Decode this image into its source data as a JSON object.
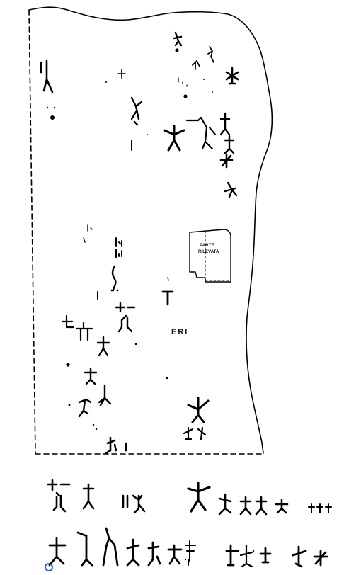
{
  "labels": {
    "parte": "PARTE",
    "rilevata": "RILEVATA",
    "eri": "ERI"
  },
  "colors": {
    "ink": "#000000",
    "marker": "#2a5bd7"
  },
  "icons": {
    "marker": "circle-marker-icon",
    "figure": "anthropomorph-figure-icon",
    "cross": "cross-sign-icon",
    "cup": "cupmark-icon"
  }
}
